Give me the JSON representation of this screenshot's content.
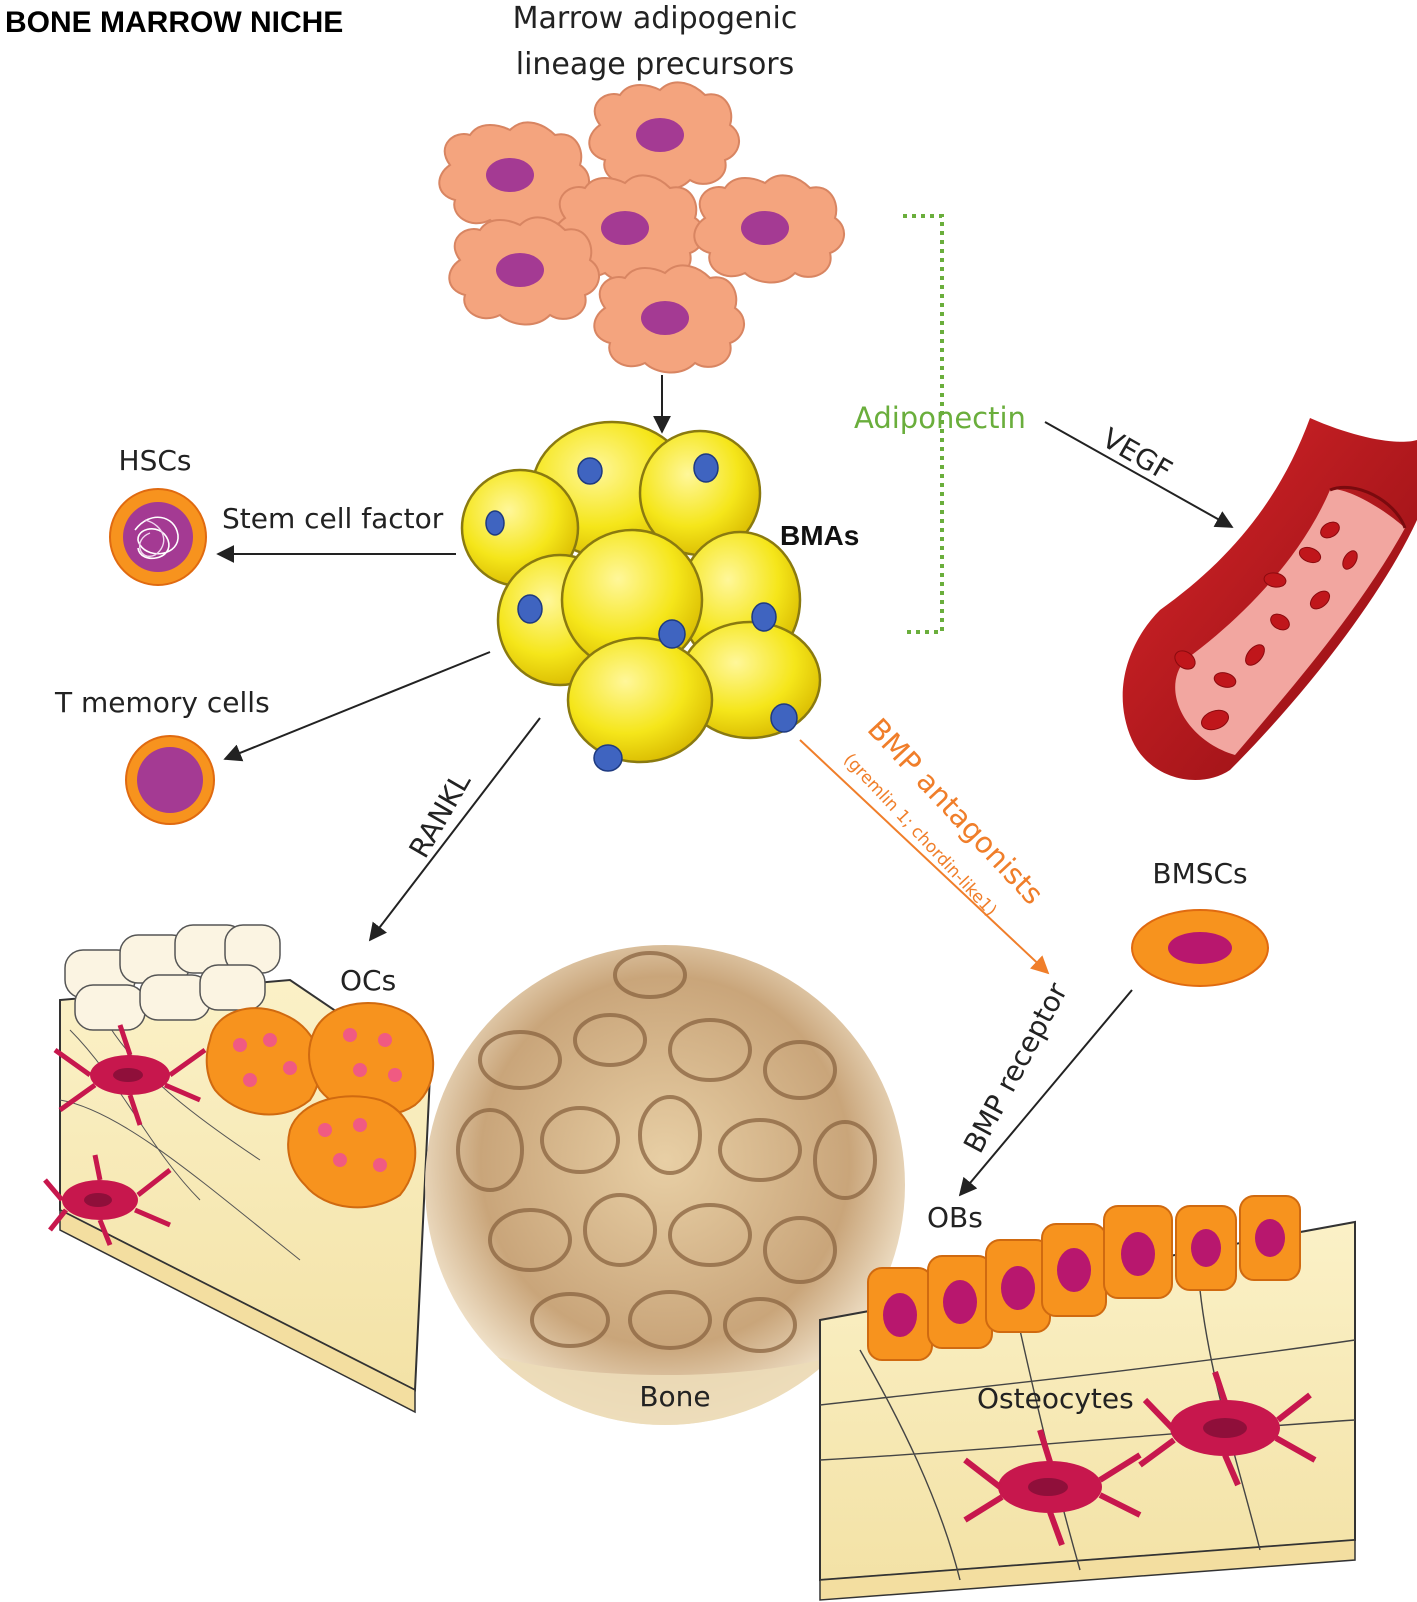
{
  "title": "BONE MARROW NICHE",
  "labels": {
    "precursors_line1": "Marrow adipogenic",
    "precursors_line2": "lineage precursors",
    "bmas": "BMAs",
    "hscs": "HSCs",
    "stem_cell_factor": "Stem cell factor",
    "t_memory": "T memory cells",
    "rankl": "RANKL",
    "adiponectin": "Adiponectin",
    "vegf": "VEGF",
    "bmp_antagonists": "BMP antagonists",
    "bmp_antagonists_detail": "(gremlin 1; chordin-like1)",
    "bmscs": "BMSCs",
    "bmp_receptor": "BMP receptor",
    "ocs": "OCs",
    "obs": "OBs",
    "bone": "Bone",
    "osteocytes": "Osteocytes"
  },
  "colors": {
    "precursor_cell": "#f4a47e",
    "nucleus": "#a43a93",
    "adipocyte": "#f5e61a",
    "adipocyte_nucleus": "#3f64c0",
    "adiponectin_text": "#6aae3c",
    "bmp_antagonist": "#f07e2a",
    "vessel": "#c0161b",
    "osteoblast": "#f7931e",
    "osteocyte": "#c7174d",
    "bone": "#d9b98a"
  }
}
